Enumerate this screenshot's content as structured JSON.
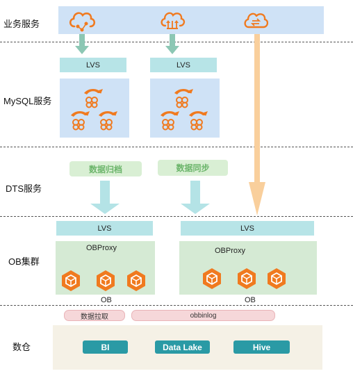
{
  "rows": {
    "business": "业务服务",
    "mysql": "MySQL服务",
    "dts": "DTS服务",
    "ob": "OB集群",
    "warehouse": "数仓"
  },
  "business_icons": [
    "cloud-share-icon",
    "cloud-upload-icon",
    "cloud-sync-icon"
  ],
  "mysql": {
    "lvs_left": "LVS",
    "lvs_right": "LVS",
    "node_icon": "mysql-dolphin-icon"
  },
  "dts": {
    "archive": "数据归档",
    "sync": "数据同步"
  },
  "ob": {
    "lvs_left": "LVS",
    "lvs_right": "LVS",
    "proxy_left": "OBProxy",
    "proxy_right": "OBProxy",
    "label_left": "OB",
    "label_right": "OB",
    "node_icon": "ob-cube-icon"
  },
  "pipes": {
    "pull": "数据拉取",
    "binlog": "obbinlog"
  },
  "warehouse": {
    "bi": "BI",
    "datalake": "Data Lake",
    "hive": "Hive"
  },
  "colors": {
    "orange": "#f07a1f",
    "teal_arrow": "#8cc7b4",
    "light_blue_arrow": "#b4e3e6",
    "orange_arrow": "#f9cf9c"
  }
}
